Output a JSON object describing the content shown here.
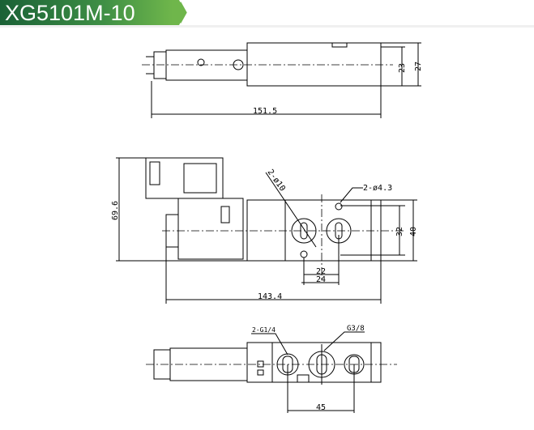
{
  "header": {
    "title": "XG5101M-10"
  },
  "colors": {
    "banner_dark": "#1a6136",
    "banner_light": "#6fb64b"
  },
  "top_view": {
    "length": "151.5",
    "height_inner": "23",
    "height_outer": "27"
  },
  "front_view": {
    "height": "69.6",
    "length": "143.4",
    "port_label": "2-ø10",
    "hole_label": "2-ø4.3",
    "spacing_a": "22",
    "spacing_b": "24",
    "height_inner": "32",
    "height_outer": "40"
  },
  "bottom_view": {
    "side_ports": "2-G1/4",
    "center_port": "G3/8",
    "spacing": "45"
  }
}
